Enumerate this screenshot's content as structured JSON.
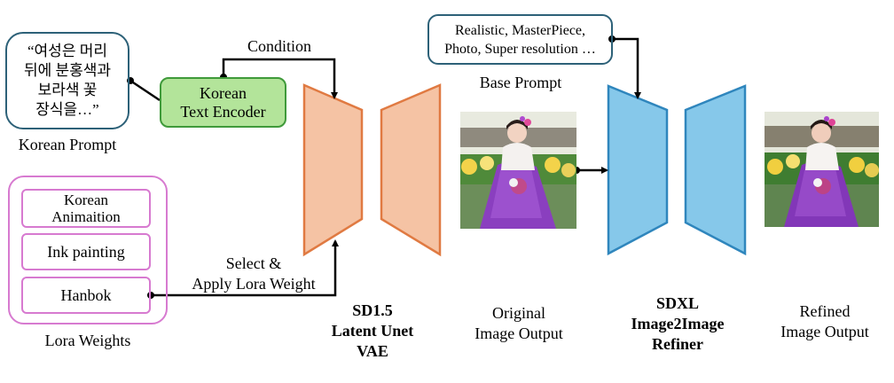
{
  "korean_prompt": {
    "text_lines": [
      "“여성은 머리",
      "뒤에 분홍색과",
      "보라색 꽃",
      "장식을…”"
    ],
    "label": "Korean Prompt"
  },
  "text_encoder": {
    "line1": "Korean",
    "line2": "Text Encoder"
  },
  "condition_label": "Condition",
  "lora": {
    "items": [
      {
        "line1": "Korean",
        "line2": "Animaition"
      },
      {
        "line1": "Ink painting"
      },
      {
        "line1": "Hanbok"
      }
    ],
    "label": "Lora Weights"
  },
  "select_apply": {
    "line1": "Select &",
    "line2": "Apply Lora Weight"
  },
  "sd15": {
    "line1": "SD1.5",
    "line2": "Latent Unet",
    "line3": "VAE"
  },
  "original_output": {
    "line1": "Original",
    "line2": "Image Output"
  },
  "base_prompt": {
    "line1": "Realistic, MasterPiece,",
    "line2": "Photo, Super resolution …",
    "label": "Base Prompt"
  },
  "sdxl": {
    "line1": "SDXL",
    "line2": "Image2Image",
    "line3": "Refiner"
  },
  "refined_output": {
    "line1": "Refined",
    "line2": "Image Output"
  },
  "colors": {
    "unet_fill": "#f5c3a4",
    "unet_stroke": "#e07a42",
    "refiner_fill": "#86c8ea",
    "refiner_stroke": "#2f86bd",
    "encoder_fill": "#b3e49a",
    "encoder_stroke": "#3f9a3a",
    "lora_stroke": "#d77ad0",
    "prompt_stroke": "#2d6178"
  }
}
